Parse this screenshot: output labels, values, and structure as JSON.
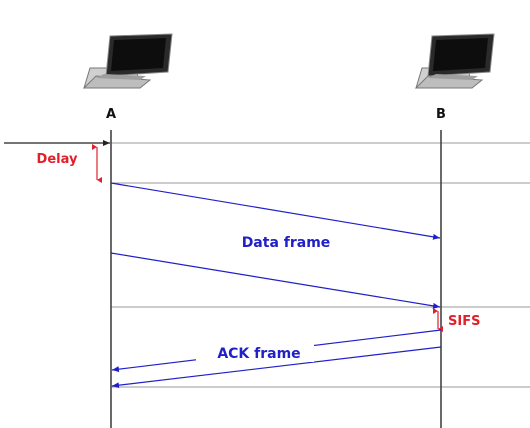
{
  "nodes": {
    "a": {
      "label": "A"
    },
    "b": {
      "label": "B"
    }
  },
  "annotations": {
    "delay": "Delay",
    "data_frame": "Data frame",
    "sifs": "SIFS",
    "ack_frame": "ACK frame"
  },
  "colors": {
    "timing": "#e0202a",
    "frame": "#2020c8",
    "lifeline": "#444444",
    "grid": "#9a9a9a"
  }
}
